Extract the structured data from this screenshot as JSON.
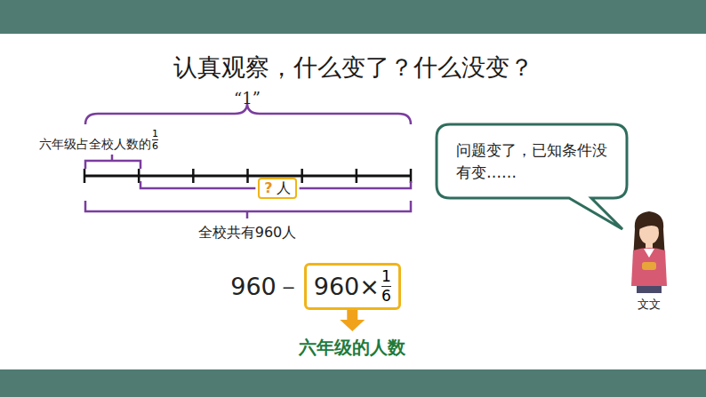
{
  "diagram": {
    "title": "认真观察，什么变了？什么没变？",
    "nodes": [
      {
        "text": [
          "?",
          "人"
        ]
      },
      {
        "text": [
          "960×",
          "1",
          "6"
        ]
      },
      {
        "text": [
          "问题变了，已知条件没有变……"
        ]
      }
    ],
    "labels": [
      "“1”",
      "六年级占全校人数的",
      "1",
      "6",
      "全校共有960人",
      "960－",
      "六年级的人数",
      "文文"
    ]
  }
}
